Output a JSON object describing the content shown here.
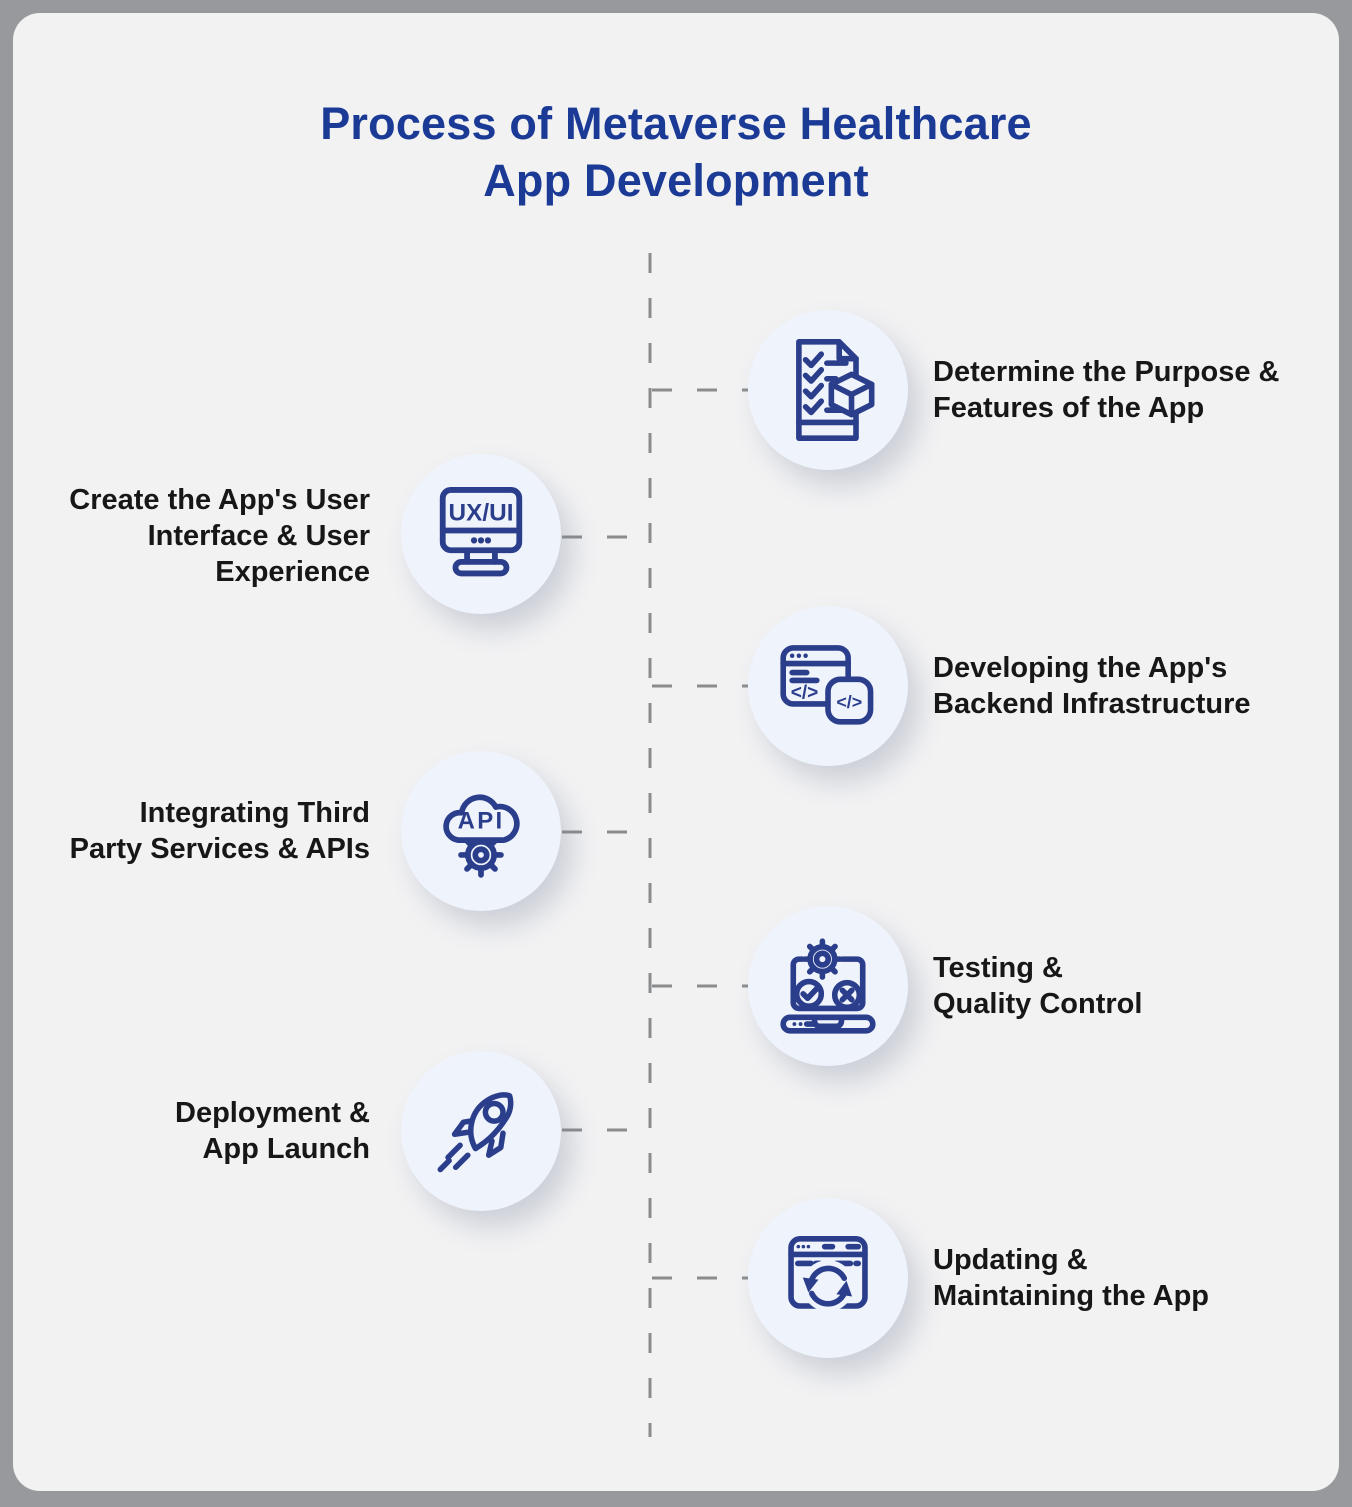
{
  "title": "Process of Metaverse Healthcare\nApp Development",
  "colors": {
    "outer_background": "#97999c",
    "card_background": "#f2f2f3",
    "title_navy": "#1a3a96",
    "icon_navy": "#2b3e8c",
    "circle_fill": "#eff3fb",
    "dash_gray": "#8b8c8e",
    "label_text": "#171717"
  },
  "icon_labels": {
    "uxui": "UX/UI",
    "api": "API",
    "code": "</>"
  },
  "steps": [
    {
      "id": 1,
      "side": "right",
      "icon": "checklist-cube-icon",
      "label": "Determine the Purpose &\nFeatures of the App"
    },
    {
      "id": 2,
      "side": "left",
      "icon": "uxui-monitor-icon",
      "label": "Create the App's User\nInterface & User\nExperience"
    },
    {
      "id": 3,
      "side": "right",
      "icon": "backend-code-icon",
      "label": "Developing the App's\nBackend Infrastructure"
    },
    {
      "id": 4,
      "side": "left",
      "icon": "api-cloud-icon",
      "label": "Integrating Third\nParty Services & APIs"
    },
    {
      "id": 5,
      "side": "right",
      "icon": "testing-laptop-icon",
      "label": "Testing &\nQuality Control"
    },
    {
      "id": 6,
      "side": "left",
      "icon": "rocket-icon",
      "label": "Deployment &\nApp Launch"
    },
    {
      "id": 7,
      "side": "right",
      "icon": "update-refresh-icon",
      "label": "Updating &\nMaintaining the App"
    }
  ]
}
